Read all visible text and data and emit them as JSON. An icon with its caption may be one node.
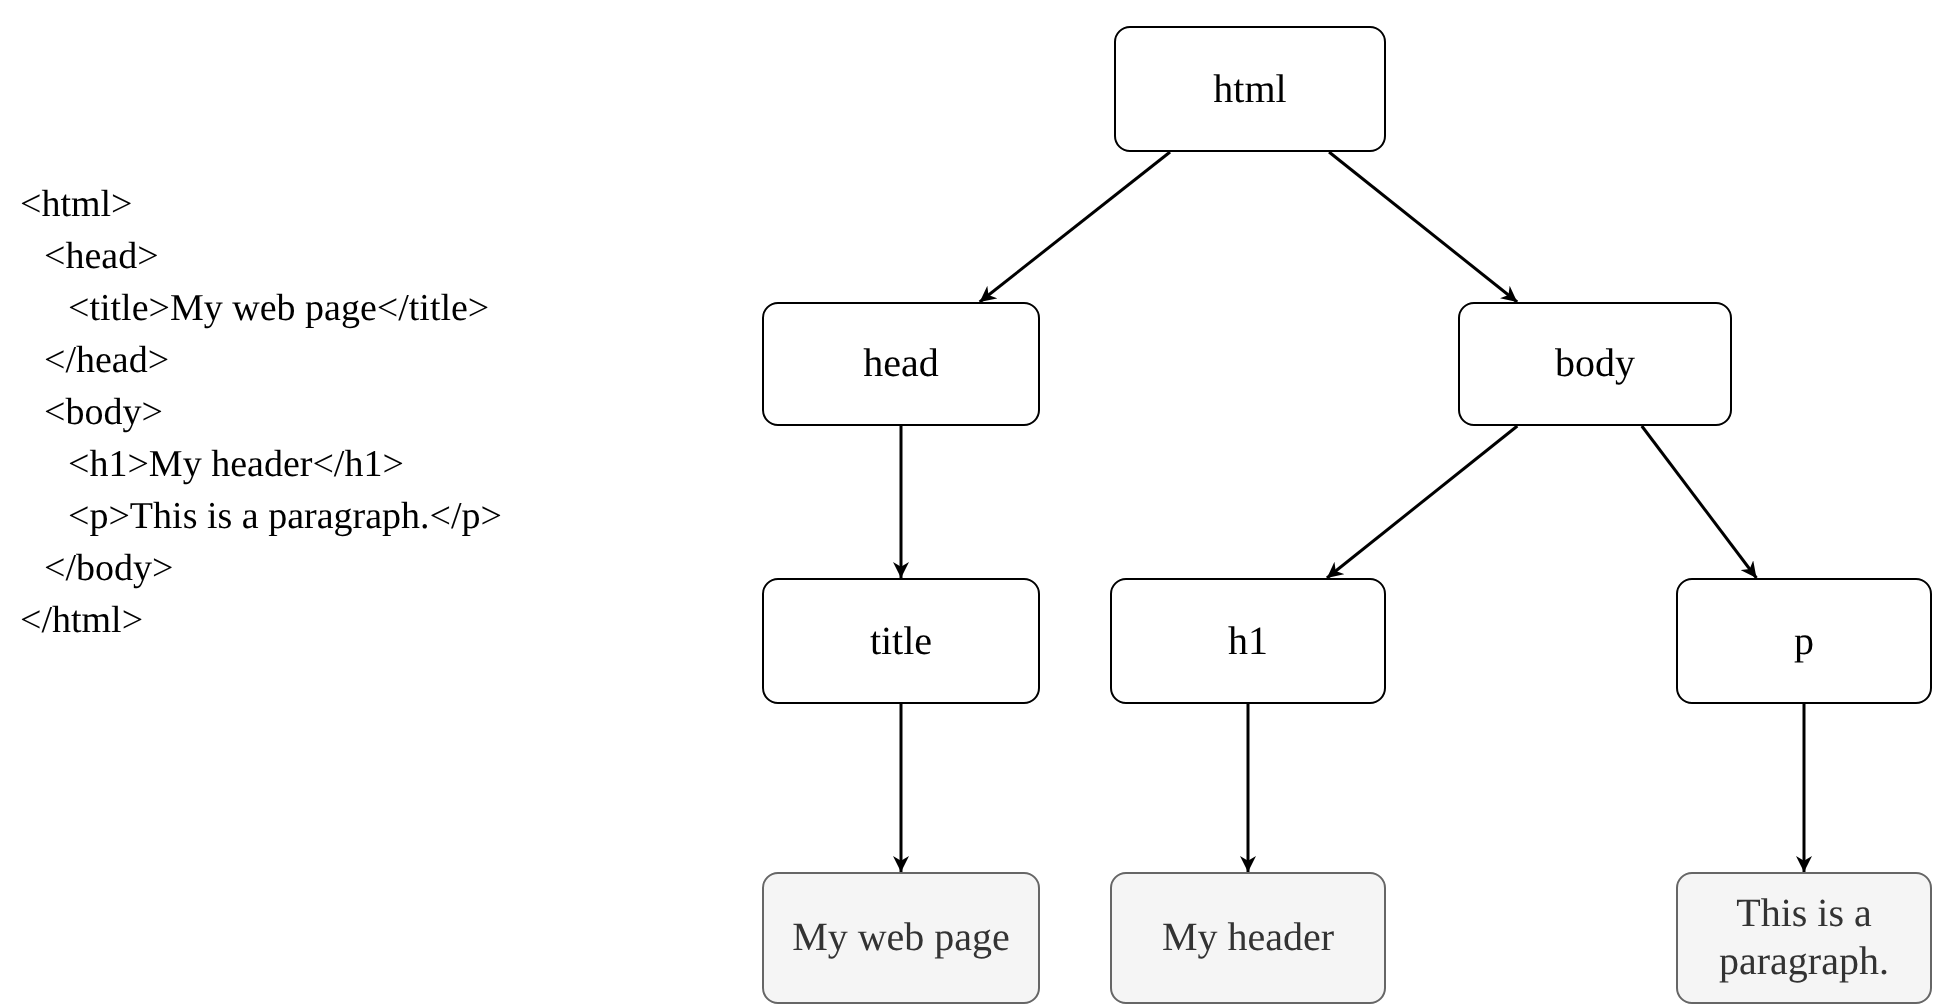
{
  "diagram": {
    "nodes": [
      {
        "text": [
          "html"
        ]
      },
      {
        "text": [
          "head"
        ]
      },
      {
        "text": [
          "body"
        ]
      },
      {
        "text": [
          "title"
        ]
      },
      {
        "text": [
          "h1"
        ]
      },
      {
        "text": [
          "p"
        ]
      },
      {
        "text": [
          "My web page"
        ]
      },
      {
        "text": [
          "My header"
        ]
      },
      {
        "text": [
          "This is a paragraph."
        ]
      }
    ],
    "edges": [
      {
        "from": 0,
        "to": 1,
        "arrow": "to"
      },
      {
        "from": 0,
        "to": 2,
        "arrow": "to"
      },
      {
        "from": 1,
        "to": 3,
        "arrow": "to"
      },
      {
        "from": 2,
        "to": 4,
        "arrow": "to"
      },
      {
        "from": 2,
        "to": 5,
        "arrow": "to"
      },
      {
        "from": 3,
        "to": 6,
        "arrow": "to"
      },
      {
        "from": 4,
        "to": 7,
        "arrow": "to"
      },
      {
        "from": 5,
        "to": 8,
        "arrow": "to"
      }
    ],
    "labels": [
      "<html>",
      "<head>",
      "<title>My web page</title>",
      "</head>",
      "<body>",
      "<h1>My header</h1>",
      "<p>This is a paragraph.</p>",
      "</body>",
      "</html>"
    ]
  }
}
